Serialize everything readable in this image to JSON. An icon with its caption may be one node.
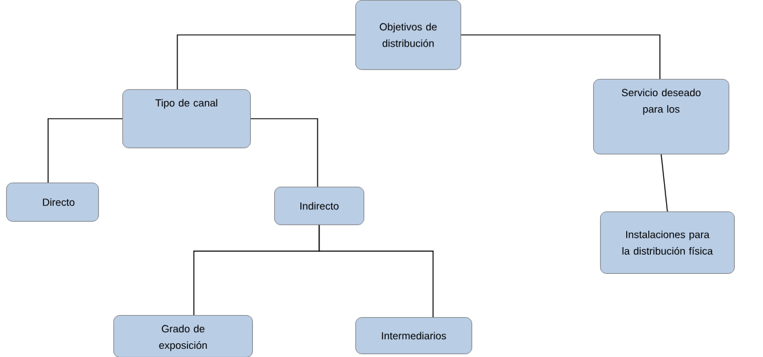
{
  "diagram": {
    "nodes": [
      {
        "text": [
          "Objetivos de distribución"
        ]
      },
      {
        "text": [
          "Tipo de canal"
        ]
      },
      {
        "text": [
          "Servicio deseado para los"
        ]
      },
      {
        "text": [
          "Directo"
        ]
      },
      {
        "text": [
          "Indirecto"
        ]
      },
      {
        "text": [
          "Instalaciones para la distribución física"
        ]
      },
      {
        "text": [
          "Grado de exposición"
        ]
      },
      {
        "text": [
          "Intermediarios"
        ]
      }
    ],
    "edges": [
      {
        "from": 0,
        "to": 1,
        "arrow": "none"
      },
      {
        "from": 0,
        "to": 2,
        "arrow": "none"
      },
      {
        "from": 1,
        "to": 3,
        "arrow": "none"
      },
      {
        "from": 1,
        "to": 4,
        "arrow": "none"
      },
      {
        "from": 2,
        "to": 5,
        "arrow": "none"
      },
      {
        "from": 4,
        "to": 6,
        "arrow": "none"
      },
      {
        "from": 4,
        "to": 7,
        "arrow": "none"
      }
    ]
  }
}
